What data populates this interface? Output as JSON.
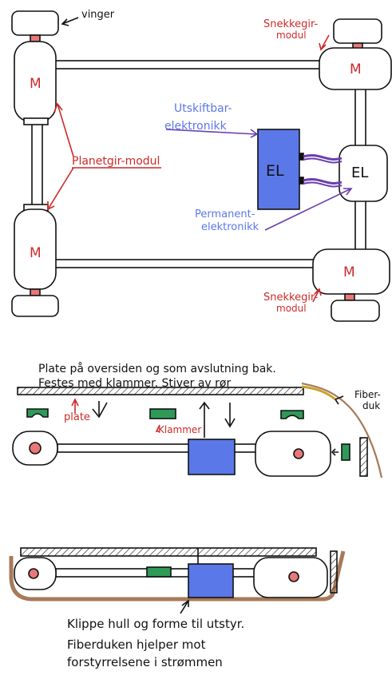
{
  "top_view": {
    "vinger": "vinger",
    "snekkegir_top_1": "Snekkegir-",
    "snekkegir_top_2": "modul",
    "motor_label": "M",
    "utskiftbar_1": "Utskiftbar-",
    "utskiftbar_2": "elektronikk",
    "el_label": "EL",
    "planetgir": "Planetgir-modul",
    "permanent_1": "Permanent-",
    "permanent_2": "elektronikk",
    "snekkegir_bot_1": "Snekkegir-",
    "snekkegir_bot_2": "modul"
  },
  "side_view": {
    "note_line_1": "Plate på oversiden og som avslutning bak.",
    "note_line_2": "Festes med klammer. Stiver av rør",
    "plate": "plate",
    "klammer": "Klammer",
    "fiberduk_1": "Fiber-",
    "fiberduk_2": "duk"
  },
  "final_view": {
    "note_line_1": "Klippe hull og forme til utstyr.",
    "note_line_2": "Fiberduken hjelper mot",
    "note_line_3": "forstyrrelsene i strømmen"
  },
  "colors": {
    "ink": "#111111",
    "red": "#cc2a2a",
    "blue": "#5b78e8",
    "green": "#2f9a58",
    "purple": "#6a3fb0",
    "brown": "#a77a5a",
    "gold": "#c9a227",
    "pink": "#e87878"
  }
}
